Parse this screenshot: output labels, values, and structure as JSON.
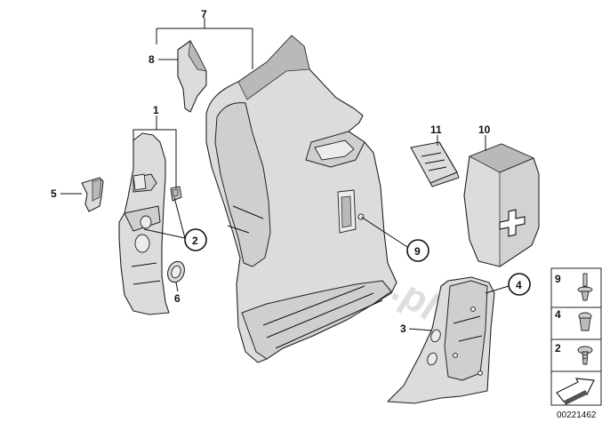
{
  "watermark": "BMWstore.pl",
  "diagram_code": "00221462",
  "callouts": {
    "c1": "1",
    "c2": "2",
    "c3": "3",
    "c4": "4",
    "c5": "5",
    "c6": "6",
    "c7": "7",
    "c8": "8",
    "c9": "9",
    "c10": "10",
    "c11": "11"
  },
  "legend": {
    "l9": "9",
    "l4": "4",
    "l2": "2"
  },
  "icons": {
    "first_aid_box": "first-aid-cross-icon",
    "next_page": "arrow-icon"
  }
}
